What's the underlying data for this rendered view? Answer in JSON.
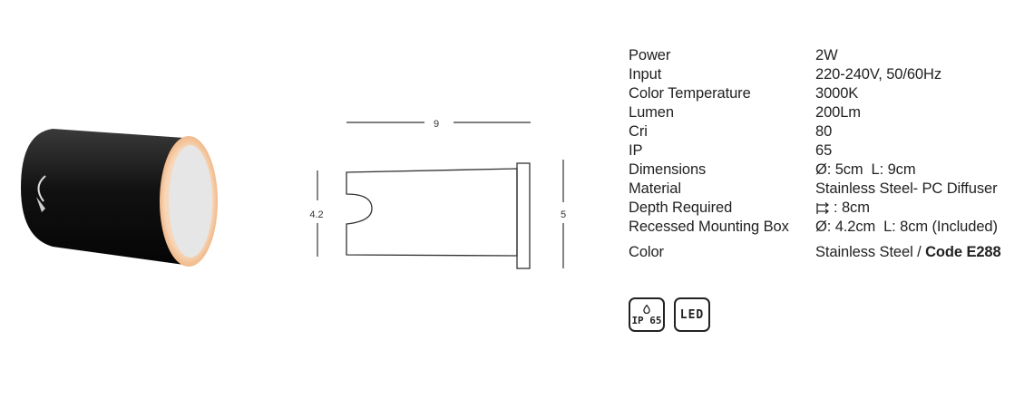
{
  "drawing": {
    "length_label": "9",
    "height_label": "4.2",
    "diameter_label": "5"
  },
  "specs": [
    {
      "label": "Power",
      "value": "2W"
    },
    {
      "label": "Input",
      "value": "220-240V, 50/60Hz"
    },
    {
      "label": "Color Temperature",
      "value": "3000K"
    },
    {
      "label": "Lumen",
      "value": "200Lm"
    },
    {
      "label": "Cri",
      "value": "80"
    },
    {
      "label": "IP",
      "value": "65"
    },
    {
      "label": "Dimensions",
      "value": "Ø: 5cm  L: 9cm"
    },
    {
      "label": "Material",
      "value": "Stainless Steel- PC Diffuser"
    },
    {
      "label": "Depth Required",
      "value": ": 8cm",
      "icon": "depth-arrow-icon"
    },
    {
      "label": "Recessed Mounting Box",
      "value": "Ø: 4.2cm  L: 8cm (Included)"
    },
    {
      "label": "Color",
      "value": "Stainless Steel / ",
      "code_label": "Code",
      "code": "E288"
    }
  ],
  "badges": {
    "ip": "IP 65",
    "led": "LED"
  }
}
